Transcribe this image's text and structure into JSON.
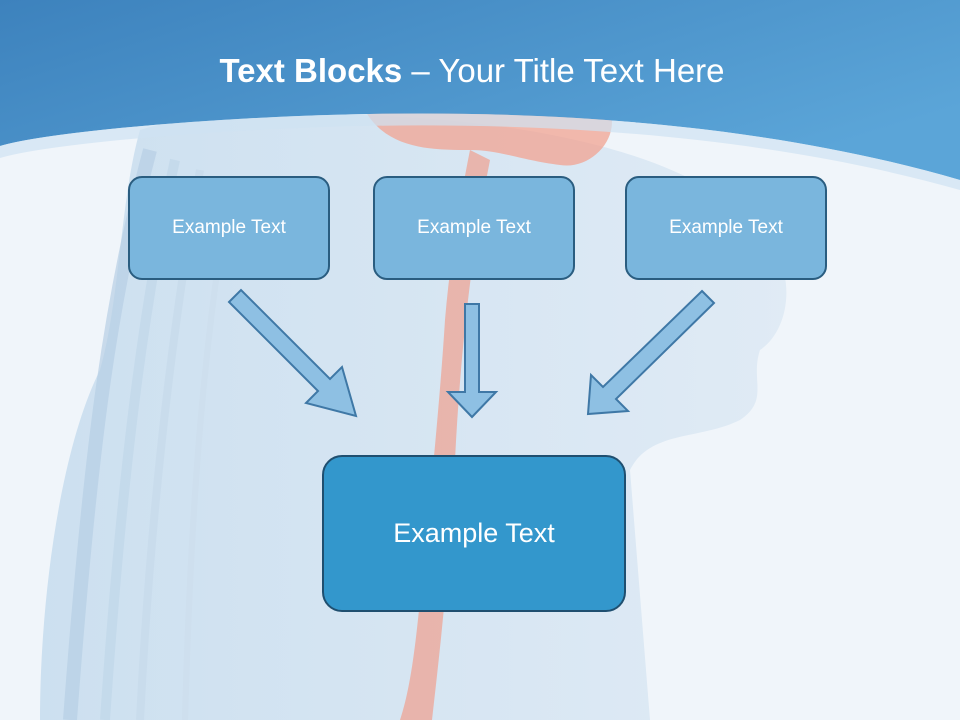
{
  "slide": {
    "title_bold": "Text Blocks",
    "title_dash": " – ",
    "title_rest": "Your Title Text Here"
  },
  "blocks": {
    "left": "Example Text",
    "center": "Example Text",
    "right": "Example Text",
    "main": "Example Text"
  },
  "colors": {
    "header_blue": "#4b91c7",
    "small_box_fill": "#7ab6dd",
    "main_box_fill": "#3397cc",
    "arrow_fill": "#8ec0e3",
    "arrow_stroke": "#3f78a6"
  }
}
